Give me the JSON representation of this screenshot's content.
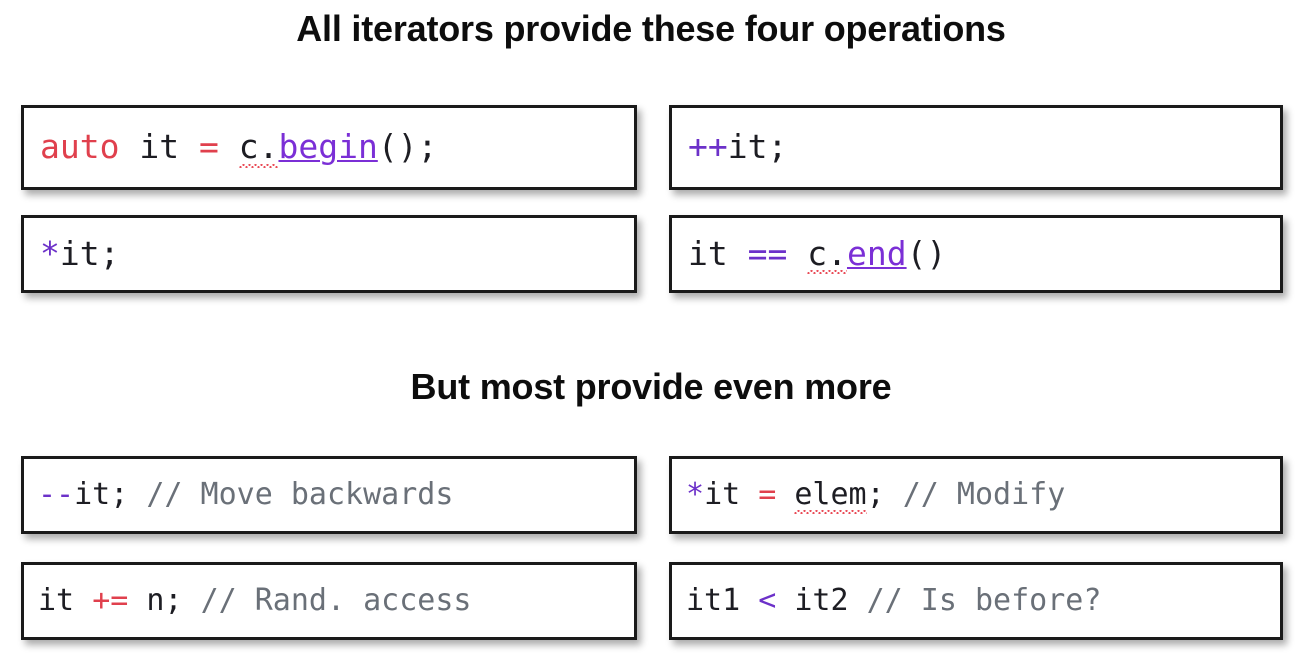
{
  "slide": {
    "background": "#ffffff",
    "heading_color": "#0d0d0d"
  },
  "headings": {
    "first": "All iterators provide these four operations",
    "second": "But most provide even more"
  },
  "colors": {
    "plain": "#1d1d23",
    "keyword_red": "#e0404d",
    "operator_purple": "#6c31c9",
    "member_purple": "#7b2fd6",
    "comment_gray": "#6a7078",
    "spellcheck_red": "#e8434f",
    "box_border": "#1a1a1a"
  },
  "core_operations": [
    {
      "id": "declare-iterator",
      "code": "auto it = c.begin();",
      "tokens": [
        {
          "text": "auto",
          "style": "keyword"
        },
        {
          "text": " it ",
          "style": "plain"
        },
        {
          "text": "=",
          "style": "op-red"
        },
        {
          "text": " ",
          "style": "plain"
        },
        {
          "text": "c.",
          "style": "plain-spell"
        },
        {
          "text": "begin",
          "style": "member"
        },
        {
          "text": "();",
          "style": "plain"
        }
      ]
    },
    {
      "id": "increment-iterator",
      "code": "++it;",
      "tokens": [
        {
          "text": "++",
          "style": "op-pur"
        },
        {
          "text": "it;",
          "style": "plain"
        }
      ]
    },
    {
      "id": "dereference-iterator",
      "code": "*it;",
      "tokens": [
        {
          "text": "*",
          "style": "op-pur"
        },
        {
          "text": "it;",
          "style": "plain"
        }
      ]
    },
    {
      "id": "compare-to-end",
      "code": "it == c.end()",
      "tokens": [
        {
          "text": "it ",
          "style": "plain"
        },
        {
          "text": "==",
          "style": "op-pur"
        },
        {
          "text": " ",
          "style": "plain"
        },
        {
          "text": "c.",
          "style": "plain-spell"
        },
        {
          "text": "end",
          "style": "member"
        },
        {
          "text": "()",
          "style": "plain"
        }
      ]
    }
  ],
  "extra_operations": [
    {
      "id": "decrement-iterator",
      "code": "--it; // Move backwards",
      "comment": "// Move backwards",
      "tokens": [
        {
          "text": "--",
          "style": "op-pur"
        },
        {
          "text": "it; ",
          "style": "plain"
        },
        {
          "text": "// Move backwards",
          "style": "comment"
        }
      ]
    },
    {
      "id": "assign-through-iterator",
      "code": "*it = elem; // Modify",
      "comment": "// Modify",
      "tokens": [
        {
          "text": "*",
          "style": "op-pur"
        },
        {
          "text": "it ",
          "style": "plain"
        },
        {
          "text": "=",
          "style": "op-red"
        },
        {
          "text": " ",
          "style": "plain"
        },
        {
          "text": "elem",
          "style": "plain-spell"
        },
        {
          "text": "; ",
          "style": "plain"
        },
        {
          "text": "// Modify",
          "style": "comment"
        }
      ]
    },
    {
      "id": "random-access-advance",
      "code": "it += n; // Rand. access",
      "comment": "// Rand. access",
      "tokens": [
        {
          "text": "it ",
          "style": "plain"
        },
        {
          "text": "+=",
          "style": "op-red"
        },
        {
          "text": " n; ",
          "style": "plain"
        },
        {
          "text": "// Rand. access",
          "style": "comment"
        }
      ]
    },
    {
      "id": "iterator-ordering",
      "code": "it1 < it2 // Is before?",
      "comment": "// Is before?",
      "tokens": [
        {
          "text": "it1 ",
          "style": "plain"
        },
        {
          "text": "<",
          "style": "op-pur"
        },
        {
          "text": " it2 ",
          "style": "plain"
        },
        {
          "text": "// Is before?",
          "style": "comment"
        }
      ]
    }
  ]
}
